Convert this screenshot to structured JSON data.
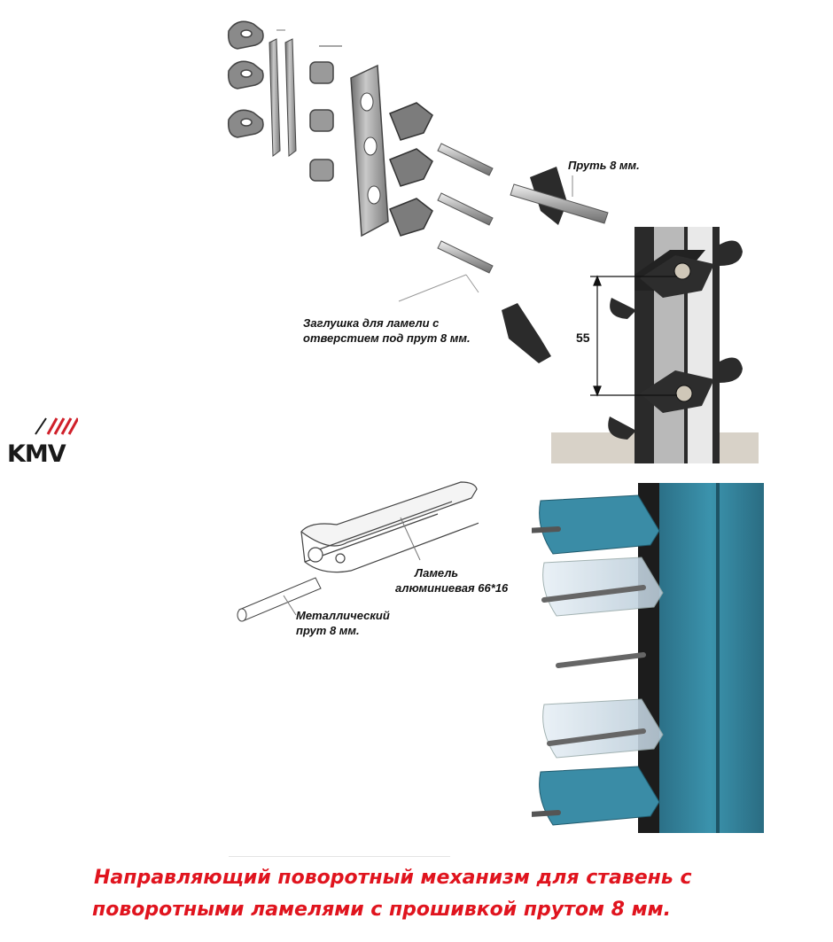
{
  "brand": {
    "logo_text": "KMV",
    "accent_color": "#d0202a"
  },
  "labels": {
    "rod_8mm": "Пруть 8 мм.",
    "lamella_cap_line1": "Заглушка для ламели  с",
    "lamella_cap_line2": "отверстием под прут 8 мм.",
    "dimension_55": "55",
    "lamella_line1": "Ламель",
    "lamella_line2": "алюминиевая 66*16",
    "metal_rod_line1": "Металлический",
    "metal_rod_line2": "прут 8 мм."
  },
  "caption": {
    "line1": "Направляющий поворотный  механизм для   ставень  с",
    "line2": "поворотными ламелями   с прошивкой прутом 8 мм."
  },
  "colors": {
    "caption_red": "#e0141e",
    "shutter_blue": "#2f7f99",
    "plastic_dark": "#2b2b2b"
  }
}
